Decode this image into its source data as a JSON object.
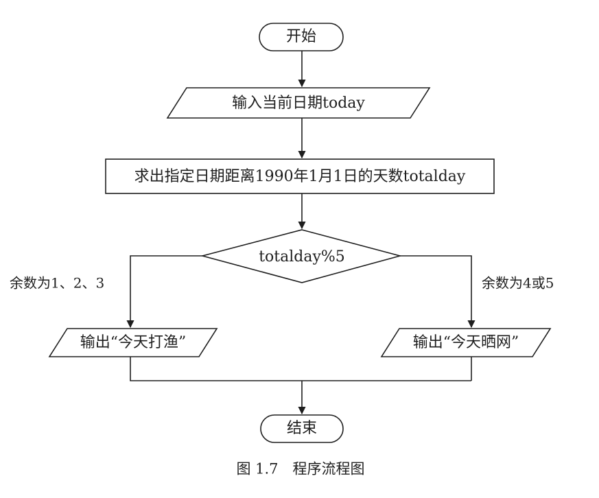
{
  "diagram": {
    "nodes": {
      "start": "开始",
      "input": "输入当前日期today",
      "compute": "求出指定日期距离1990年1月1日的天数totalday",
      "decision": "totalday%5",
      "out_fish": "输出“今天打渔”",
      "out_net": "输出“今天晒网”",
      "end": "结束"
    },
    "branches": {
      "left": "余数为1、2、3",
      "right": "余数为4或5"
    },
    "caption": "图 1.7　程序流程图"
  }
}
